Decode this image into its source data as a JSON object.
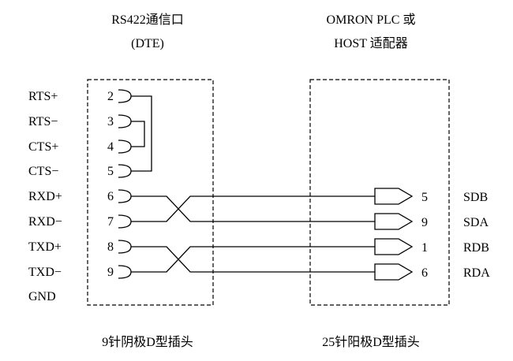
{
  "left": {
    "title_line1": "RS422通信口",
    "title_line2": "(DTE)",
    "footer": "9针阴极D型插头",
    "signals": [
      {
        "name": "RTS+",
        "pin": "2"
      },
      {
        "name": "RTS−",
        "pin": "3"
      },
      {
        "name": "CTS+",
        "pin": "4"
      },
      {
        "name": "CTS−",
        "pin": "5"
      },
      {
        "name": "RXD+",
        "pin": "6"
      },
      {
        "name": "RXD−",
        "pin": "7"
      },
      {
        "name": "TXD+",
        "pin": "8"
      },
      {
        "name": "TXD−",
        "pin": "9"
      },
      {
        "name": "GND",
        "pin": ""
      }
    ]
  },
  "right": {
    "title_line1": "OMRON  PLC 或",
    "title_line2": "HOST 适配器",
    "footer": "25针阳极D型插头",
    "signals": [
      {
        "pin": "5",
        "name": "SDB"
      },
      {
        "pin": "9",
        "name": "SDA"
      },
      {
        "pin": "1",
        "name": "RDB"
      },
      {
        "pin": "6",
        "name": "RDA"
      }
    ]
  }
}
